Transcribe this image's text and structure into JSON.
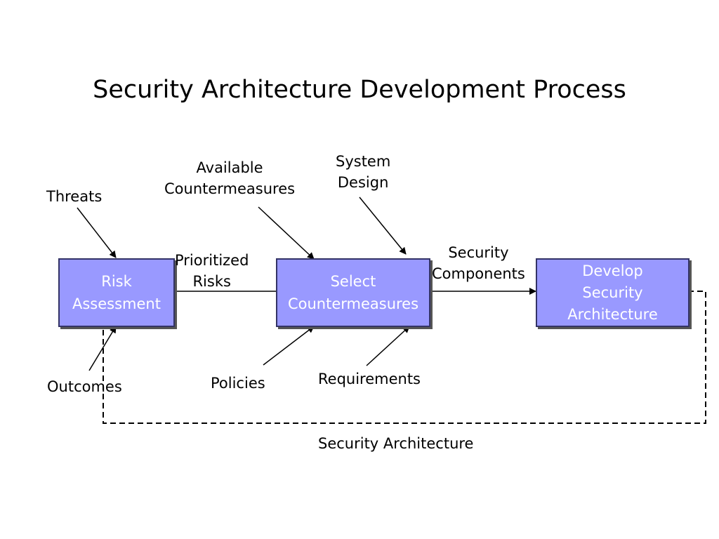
{
  "title": "Security Architecture Development Process",
  "boxes": {
    "risk": [
      "Risk",
      "Assessment"
    ],
    "select": [
      "Select",
      "Countermeasures"
    ],
    "develop": [
      "Develop",
      "Security",
      "Architecture"
    ]
  },
  "labels": {
    "threats": "Threats",
    "outcomes": "Outcomes",
    "prioritized": [
      "Prioritized",
      "Risks"
    ],
    "available": [
      "Available",
      "Countermeasures"
    ],
    "system_design": [
      "System",
      "Design"
    ],
    "policies": "Policies",
    "requirements": "Requirements",
    "security_components": [
      "Security",
      "Components"
    ],
    "security_architecture": "Security Architecture"
  },
  "colors": {
    "box_fill": "#9999ff",
    "box_text": "#ffffff",
    "line": "#000000"
  }
}
